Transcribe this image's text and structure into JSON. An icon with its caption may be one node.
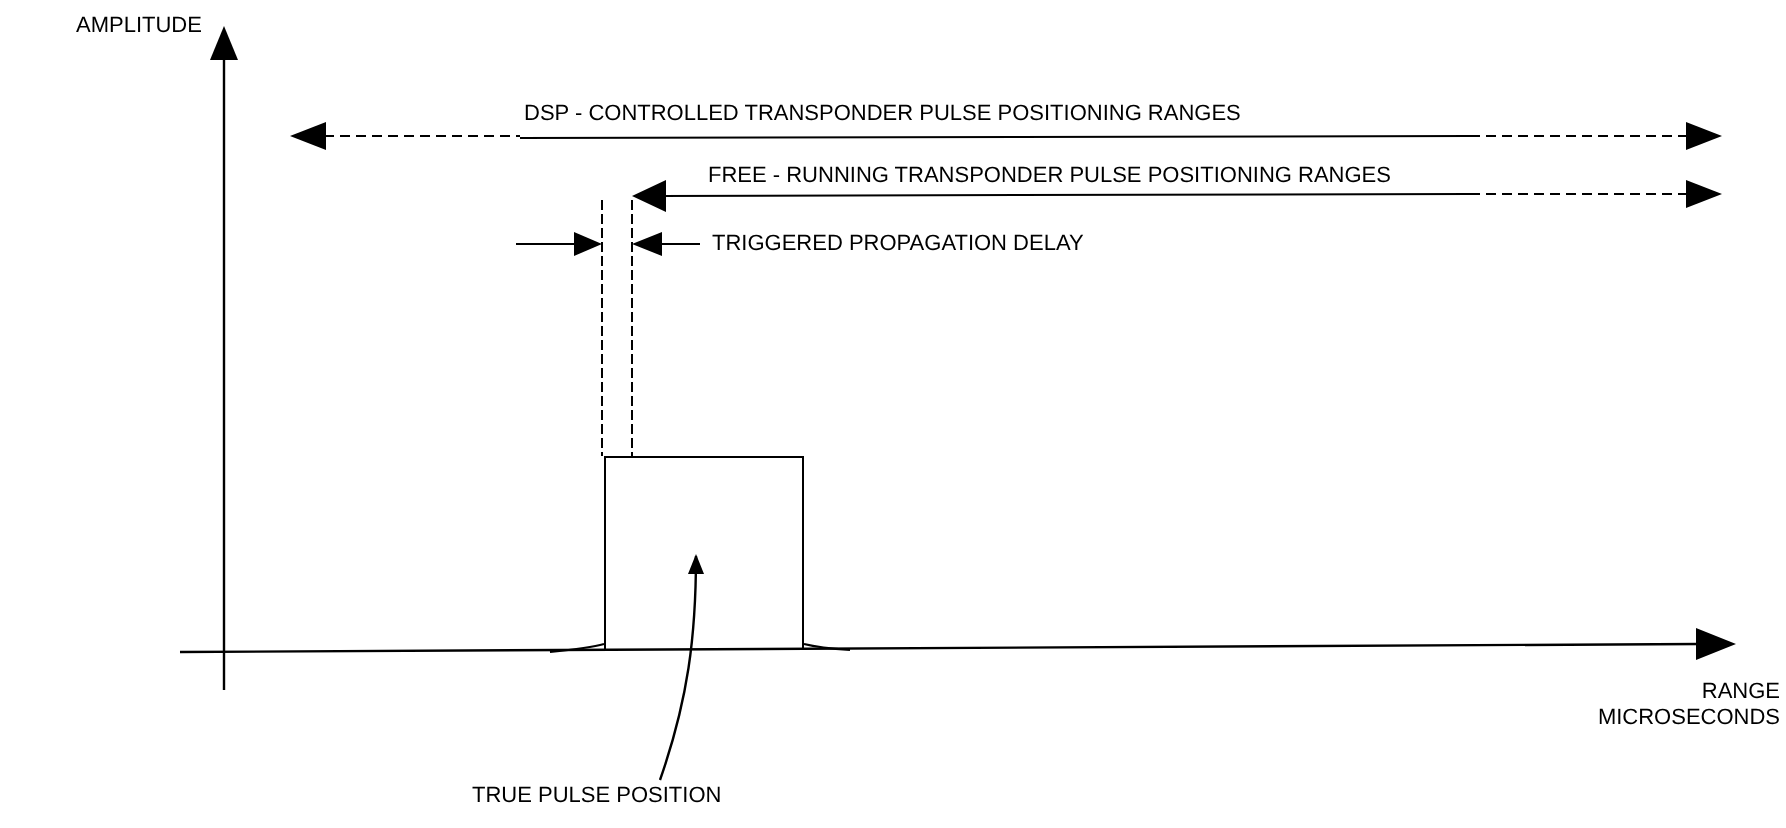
{
  "diagram": {
    "nodes": [
      {
        "text": [
          "TRUE PULSE POSITION"
        ]
      },
      {
        "text": [],
        "shape": "box"
      }
    ],
    "edges": [
      {
        "from": 0,
        "to": 1,
        "arrow": "to"
      }
    ],
    "labels": [
      "AMPLITUDE",
      "DSP - CONTROLLED TRANSPONDER PULSE POSITIONING RANGES",
      "FREE - RUNNING TRANSPONDER PULSE POSITIONING RANGES",
      "TRIGGERED PROPAGATION DELAY",
      "RANGE MICROSECONDS"
    ]
  }
}
